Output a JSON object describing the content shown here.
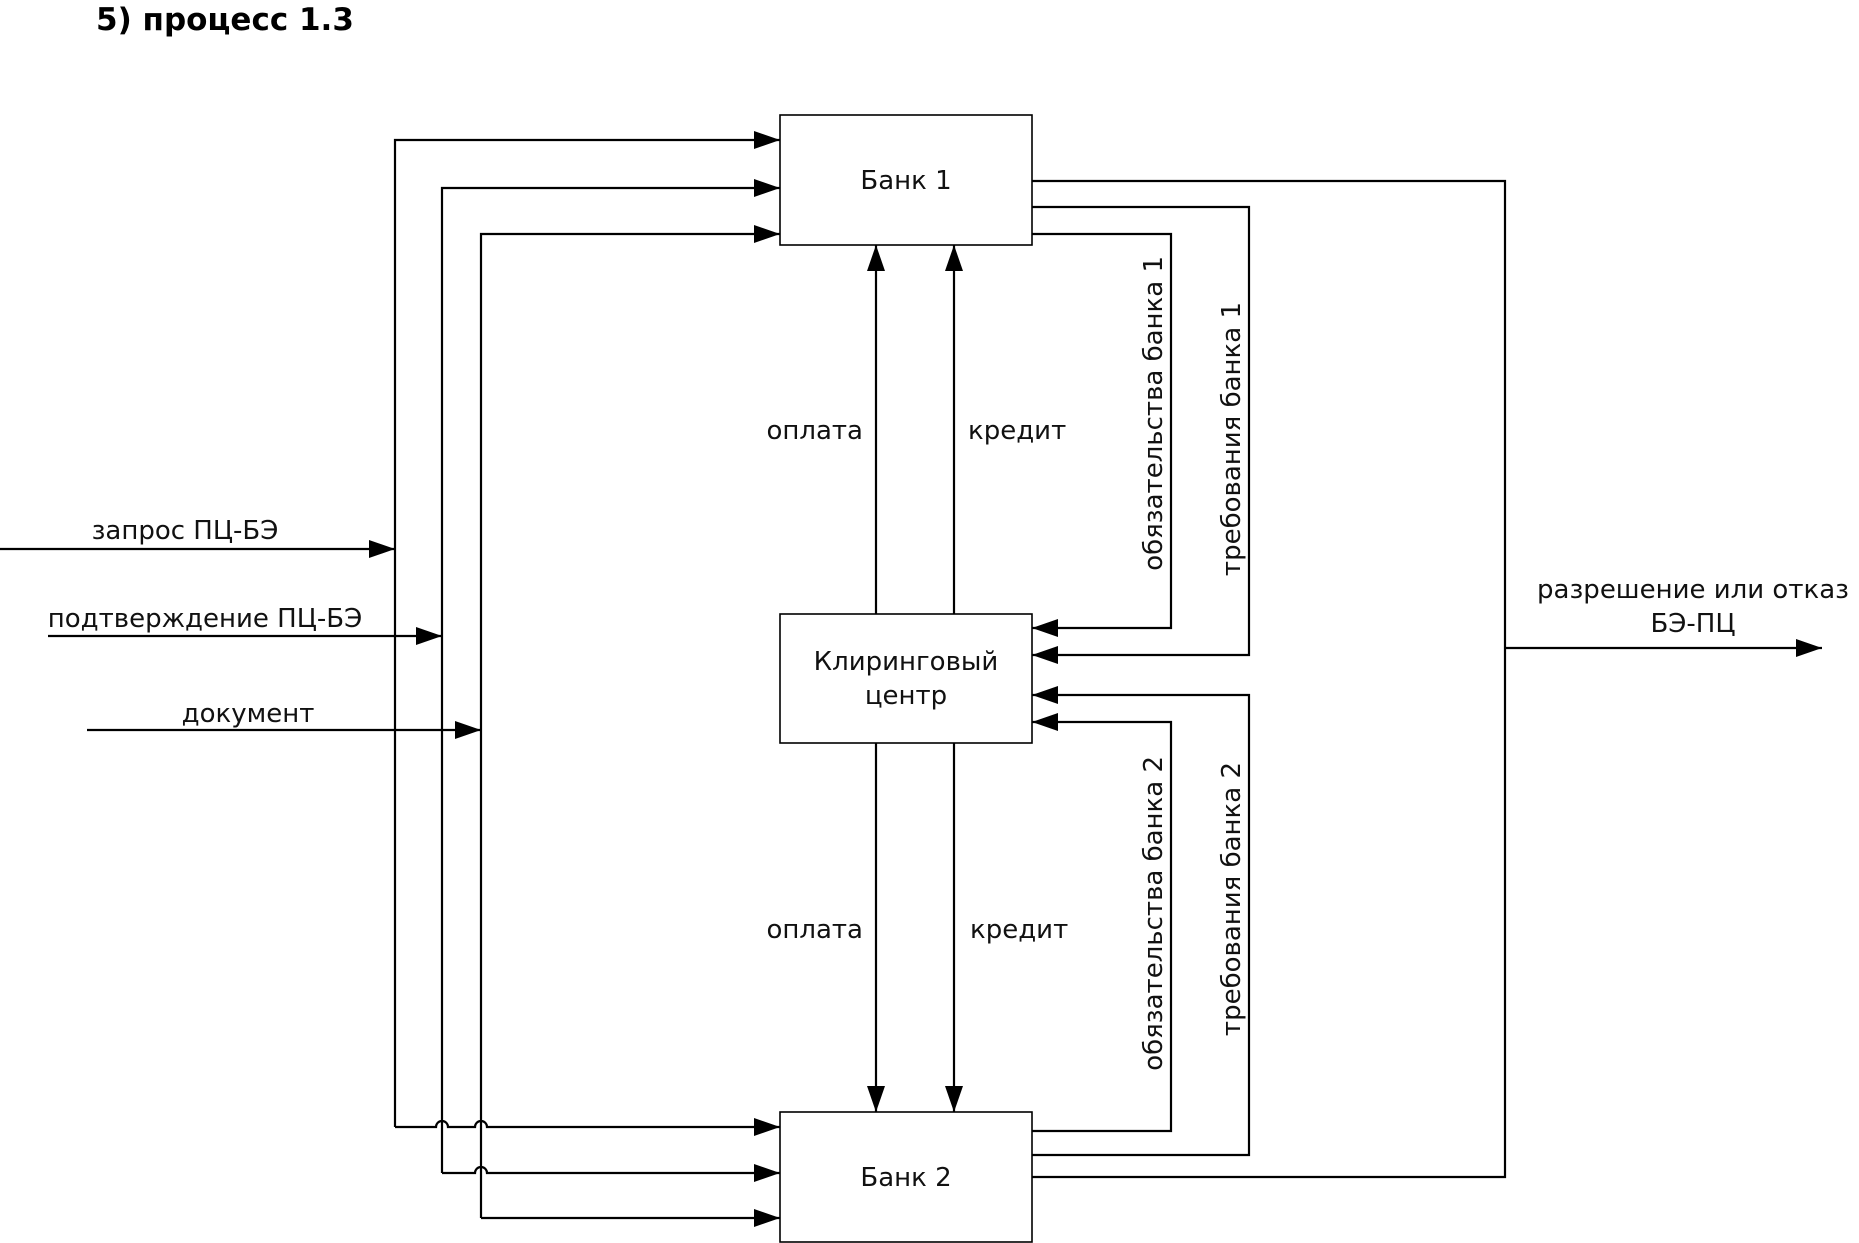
{
  "title": "5) процесс 1.3",
  "nodes": {
    "bank1": "Банк 1",
    "clearing_line1": "Клиринговый",
    "clearing_line2": "центр",
    "bank2": "Банк 2"
  },
  "inputs": {
    "request": "запрос ПЦ-БЭ",
    "confirmation": "подтверждение ПЦ-БЭ",
    "document": "документ"
  },
  "flows": {
    "payment_top": "оплата",
    "credit_top": "кредит",
    "payment_bottom": "оплата",
    "credit_bottom": "кредит",
    "obligations_bank1": "обязательства банка 1",
    "claims_bank1": "требования банка 1",
    "obligations_bank2": "обязательства банка 2",
    "claims_bank2": "требования банка 2"
  },
  "output": {
    "line1": "разрешение или отказ",
    "line2": "БЭ-ПЦ"
  }
}
